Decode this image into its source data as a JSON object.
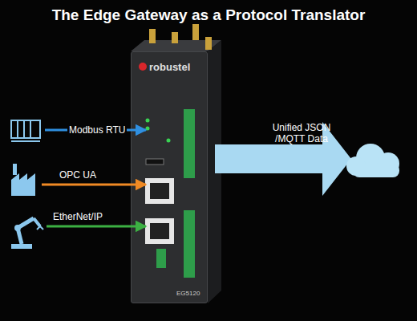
{
  "diagram": {
    "title": "The Edge Gateway as a Protocol Translator",
    "nodes": [
      {
        "text": [
          "robustel",
          "EG5120"
        ]
      }
    ],
    "labels": [
      "Modbus RTU",
      "OPC UA",
      "EtherNet/IP",
      "Unified JSON /MQTT Data"
    ]
  }
}
